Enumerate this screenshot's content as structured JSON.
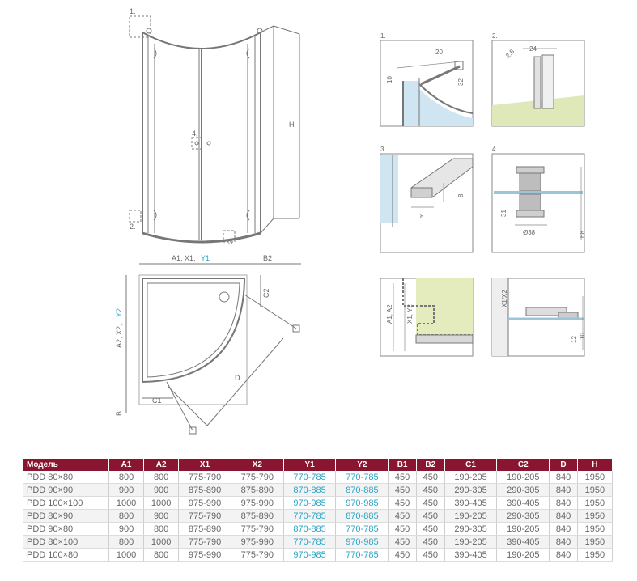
{
  "callouts": {
    "c1": "1.",
    "c2": "2.",
    "c3": "3.",
    "c4": "4."
  },
  "elevation": {
    "height_label": "H"
  },
  "plan": {
    "top_dim_a": "A1, X1,",
    "top_dim_y": "Y1",
    "top_dim_b": "B2",
    "left_dim_a": "A2, X2,",
    "left_dim_y": "Y2",
    "c2": "C2",
    "c1": "C1",
    "d": "D",
    "b1": "B1"
  },
  "detail1": {
    "num": "1.",
    "d20": "20",
    "d10": "10",
    "d32": "32"
  },
  "detail2": {
    "num": "2.",
    "d24": "24",
    "d25": "2,5"
  },
  "detail3": {
    "num": "3.",
    "d8v": "8",
    "d8h": "8"
  },
  "detail4": {
    "num": "4.",
    "d31": "31",
    "dia": "Ø38",
    "d68": "68"
  },
  "detail5": {
    "a": "A1, A2",
    "x": "X1, Y2"
  },
  "detail6": {
    "x": "X1/X2",
    "d12": "12",
    "d10": "10"
  },
  "table": {
    "headers": [
      "Модель",
      "A1",
      "A2",
      "X1",
      "X2",
      "Y1",
      "Y2",
      "B1",
      "B2",
      "C1",
      "C2",
      "D",
      "H"
    ],
    "rows": [
      [
        "PDD 80×80",
        "800",
        "800",
        "775-790",
        "775-790",
        "770-785",
        "770-785",
        "450",
        "450",
        "190-205",
        "190-205",
        "840",
        "1950"
      ],
      [
        "PDD 90×90",
        "900",
        "900",
        "875-890",
        "875-890",
        "870-885",
        "870-885",
        "450",
        "450",
        "290-305",
        "290-305",
        "840",
        "1950"
      ],
      [
        "PDD 100×100",
        "1000",
        "1000",
        "975-990",
        "975-990",
        "970-985",
        "970-985",
        "450",
        "450",
        "390-405",
        "390-405",
        "840",
        "1950"
      ],
      [
        "PDD 80×90",
        "800",
        "900",
        "775-790",
        "875-890",
        "770-785",
        "870-885",
        "450",
        "450",
        "190-205",
        "290-305",
        "840",
        "1950"
      ],
      [
        "PDD 90×80",
        "900",
        "800",
        "875-890",
        "775-790",
        "870-885",
        "770-785",
        "450",
        "450",
        "290-305",
        "190-205",
        "840",
        "1950"
      ],
      [
        "PDD 80×100",
        "800",
        "1000",
        "775-790",
        "975-990",
        "770-785",
        "970-985",
        "450",
        "450",
        "190-205",
        "390-405",
        "840",
        "1950"
      ],
      [
        "PDD 100×80",
        "1000",
        "800",
        "975-990",
        "775-790",
        "970-985",
        "770-785",
        "450",
        "450",
        "390-405",
        "190-205",
        "840",
        "1950"
      ]
    ]
  },
  "colors": {
    "header_bg": "#8a1530",
    "accent_teal": "#2aa3c4"
  }
}
